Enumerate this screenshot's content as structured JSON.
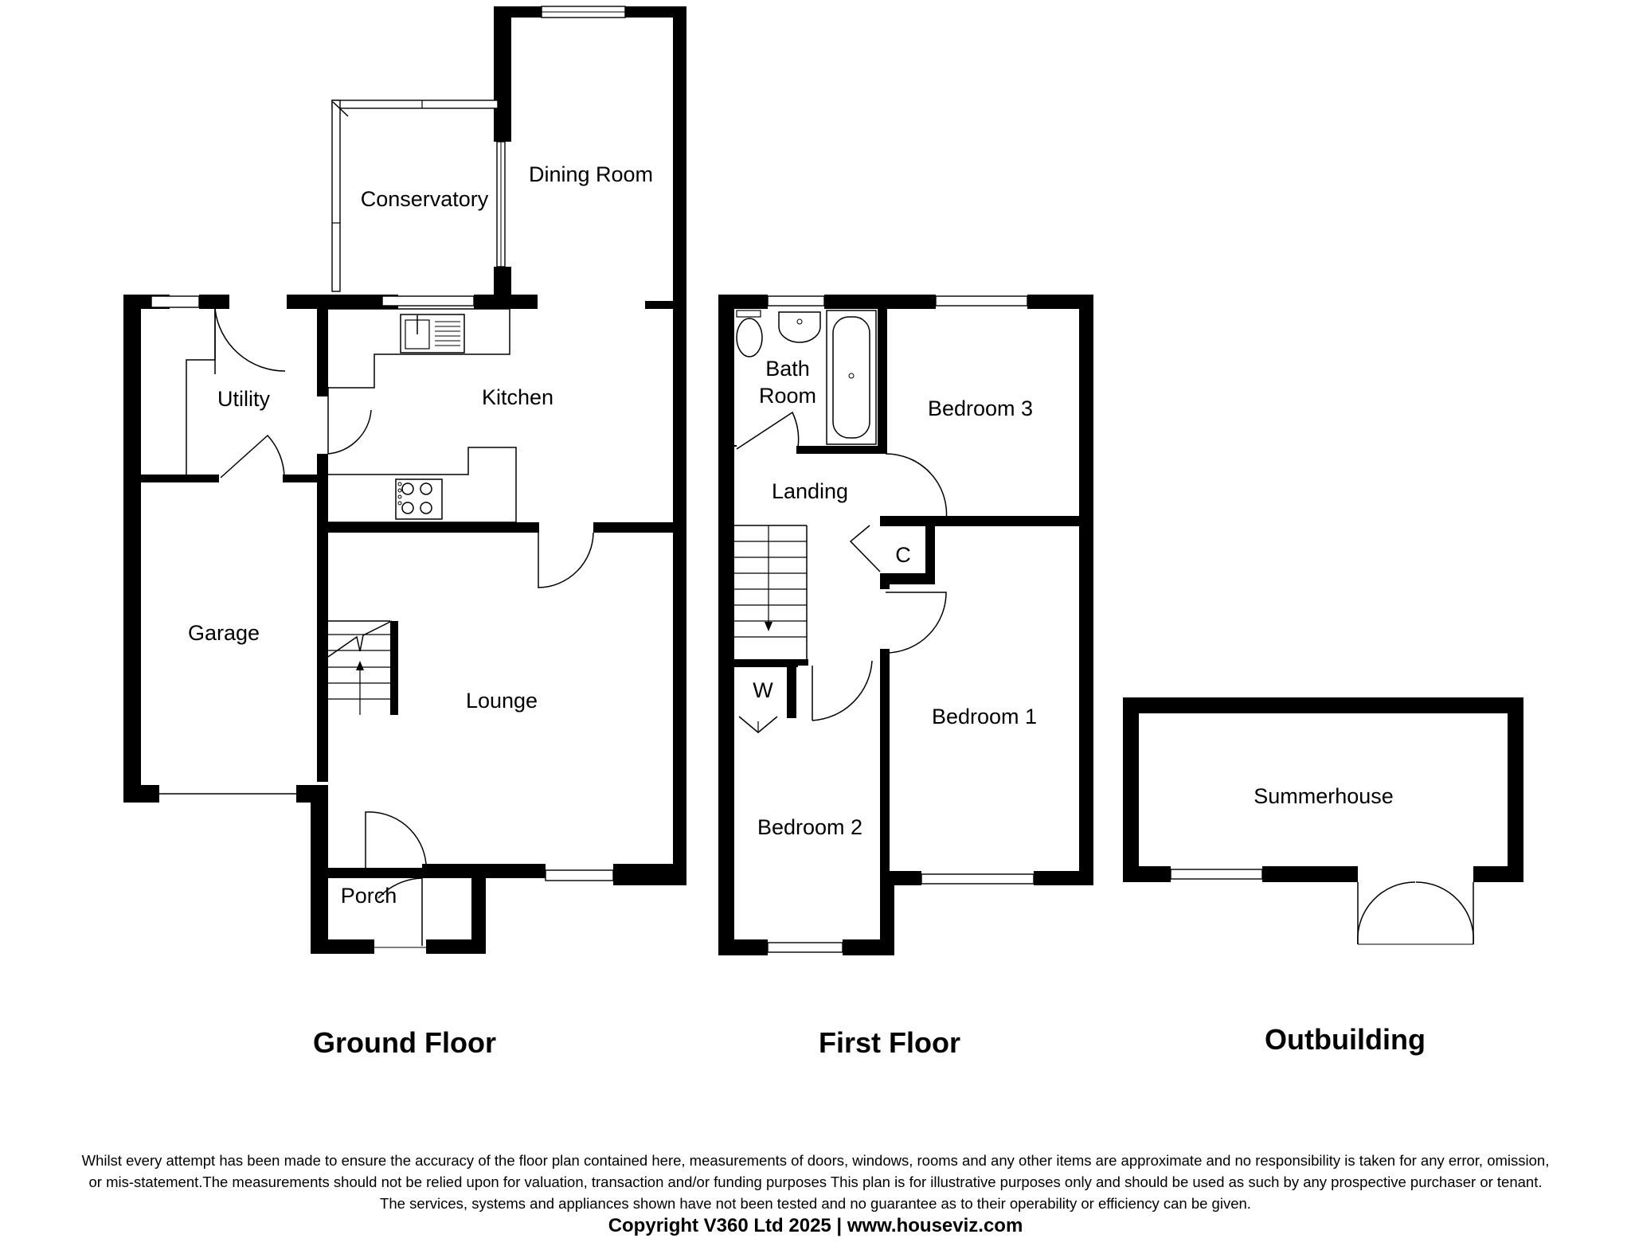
{
  "floors": {
    "ground": {
      "title": "Ground Floor",
      "rooms": {
        "conservatory": "Conservatory",
        "dining_room": "Dining Room",
        "utility": "Utility",
        "kitchen": "Kitchen",
        "garage": "Garage",
        "lounge": "Lounge",
        "porch": "Porch"
      }
    },
    "first": {
      "title": "First Floor",
      "rooms": {
        "bath_room_line1": "Bath",
        "bath_room_line2": "Room",
        "bedroom_3": "Bedroom 3",
        "landing": "Landing",
        "cupboard": "C",
        "wardrobe": "W",
        "bedroom_1": "Bedroom 1",
        "bedroom_2": "Bedroom 2"
      }
    },
    "outbuilding": {
      "title": "Outbuilding",
      "rooms": {
        "summerhouse": "Summerhouse"
      }
    }
  },
  "disclaimer": [
    "Whilst every attempt has been made to ensure the accuracy of the floor plan contained here, measurements of doors, windows, rooms and any other items are approximate and no responsibility is taken for any error, omission,",
    "or mis-statement.The measurements should not be relied upon for valuation, transaction and/or funding purposes This plan is for illustrative purposes only and should be used as such by any prospective purchaser or tenant.",
    "The services, systems and appliances shown have not been tested and no guarantee as to their operability or efficiency can be given."
  ],
  "copyright": "Copyright V360 Ltd 2025 | www.houseviz.com"
}
